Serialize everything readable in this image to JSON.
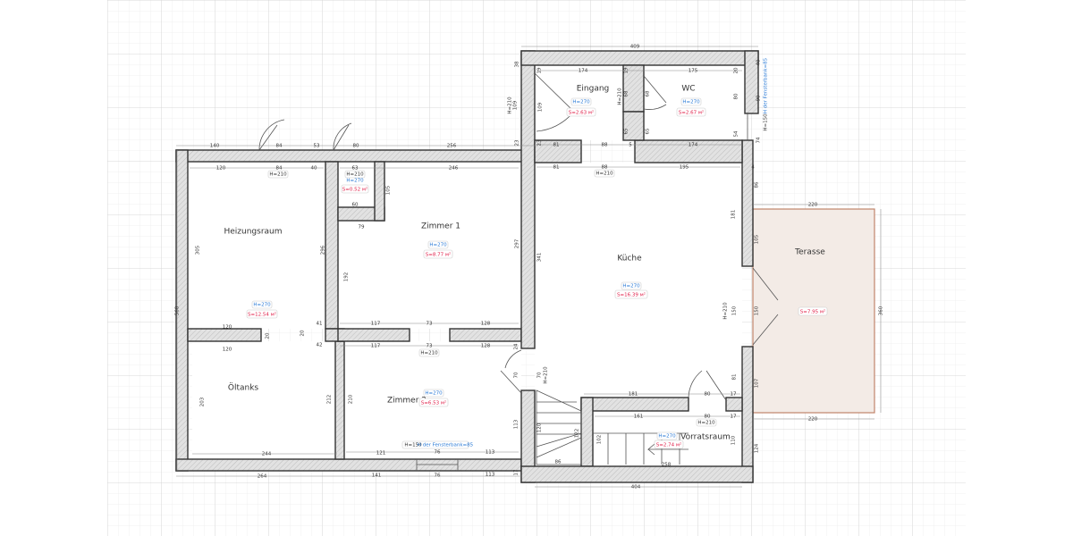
{
  "colors": {
    "wall": "#d8d8d8",
    "terrace_fill": "#f3ebe6",
    "terrace_border": "#c0846a",
    "height_tag": "#2a7ad6",
    "area_tag": "#e0204a"
  },
  "rooms": {
    "heizungsraum": {
      "name": "Heizungsraum",
      "height": "H=270",
      "area": "S=12.54 м²"
    },
    "closet": {
      "height": "H=270",
      "area": "S=0.52 м²"
    },
    "zimmer1": {
      "name": "Zimmer 1",
      "height": "H=270",
      "area": "S=8.77 м²"
    },
    "eingang": {
      "name": "Eingang",
      "height": "H=270",
      "area": "S=2.63 м²"
    },
    "wc": {
      "name": "WC",
      "height": "H=270",
      "area": "S=2.67 м²"
    },
    "kueche": {
      "name": "Küche",
      "height": "H=270",
      "area": "S=16.39 м²"
    },
    "terasse": {
      "name": "Terasse",
      "area": "S=7.95 м²"
    },
    "oeltanks": {
      "name": "Öltanks"
    },
    "zimmer2": {
      "name": "Zimmer 2",
      "height": "H=270",
      "area": "S=6.53 м²"
    },
    "vorratsraum": {
      "name": "Vorratsraum",
      "height": "H=270",
      "area": "S=2.74 м²"
    }
  },
  "openings": {
    "door_height": "H=210",
    "window_height": "H=150",
    "sill": "H der Fensterbank=85"
  },
  "dims": [
    "140",
    "84",
    "53",
    "80",
    "256",
    "120",
    "84",
    "40",
    "63",
    "60",
    "246",
    "79",
    "305",
    "296",
    "568",
    "105",
    "192",
    "297",
    "117",
    "73",
    "128",
    "41",
    "120",
    "20",
    "20",
    "42",
    "120",
    "117",
    "73",
    "128",
    "24",
    "203",
    "212",
    "210",
    "70",
    "113",
    "244",
    "121",
    "76",
    "113",
    "264",
    "141",
    "76",
    "113",
    "17",
    "409",
    "38",
    "109",
    "23",
    "174",
    "19",
    "19",
    "175",
    "20",
    "40",
    "109",
    "68",
    "65",
    "68",
    "65",
    "80",
    "54",
    "90",
    "74",
    "23",
    "81",
    "88",
    "5",
    "174",
    "81",
    "88",
    "195",
    "4",
    "86",
    "341",
    "181",
    "105",
    "150",
    "150",
    "81",
    "107",
    "70",
    "181",
    "80",
    "17",
    "161",
    "80",
    "17",
    "110",
    "124",
    "404",
    "220",
    "220",
    "360",
    "120",
    "122",
    "102",
    "86",
    "258"
  ]
}
